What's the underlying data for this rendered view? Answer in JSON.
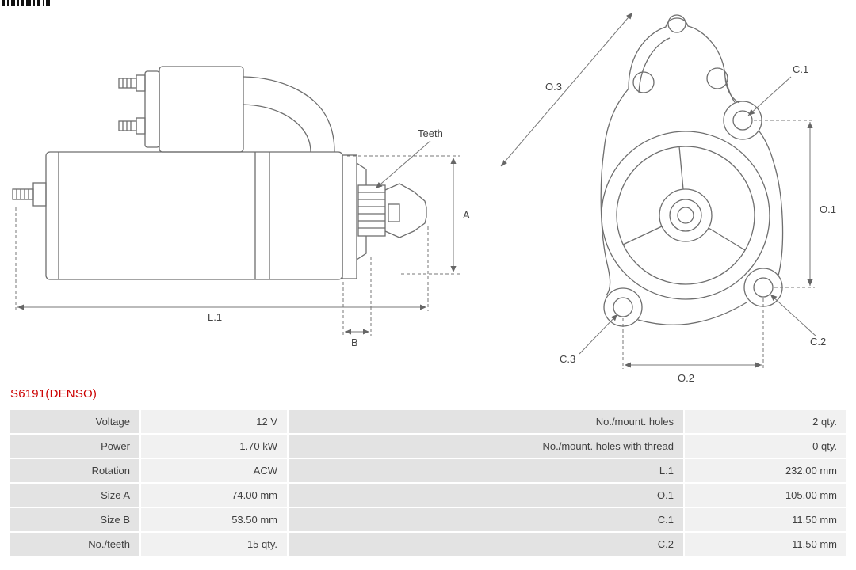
{
  "part_number": "S6191(DENSO)",
  "colors": {
    "part_number_red": "#cc0000",
    "table_label_bg": "#e3e3e3",
    "table_value_bg": "#f1f1f1",
    "drawing_stroke": "#6e6e6e"
  },
  "diagram": {
    "labels": {
      "teeth": "Teeth",
      "a": "A",
      "b": "B",
      "l1": "L.1",
      "o1": "O.1",
      "o2": "O.2",
      "o3": "O.3",
      "c1": "C.1",
      "c2": "C.2",
      "c3": "C.3"
    }
  },
  "table": {
    "rows": [
      {
        "label_left": "Voltage",
        "value_left": "12 V",
        "label_right": "No./mount. holes",
        "value_right": "2 qty."
      },
      {
        "label_left": "Power",
        "value_left": "1.70 kW",
        "label_right": "No./mount. holes with thread",
        "value_right": "0 qty."
      },
      {
        "label_left": "Rotation",
        "value_left": "ACW",
        "label_right": "L.1",
        "value_right": "232.00 mm"
      },
      {
        "label_left": "Size A",
        "value_left": "74.00 mm",
        "label_right": "O.1",
        "value_right": "105.00 mm"
      },
      {
        "label_left": "Size B",
        "value_left": "53.50 mm",
        "label_right": "C.1",
        "value_right": "11.50 mm"
      },
      {
        "label_left": "No./teeth",
        "value_left": "15 qty.",
        "label_right": "C.2",
        "value_right": "11.50 mm"
      }
    ]
  }
}
